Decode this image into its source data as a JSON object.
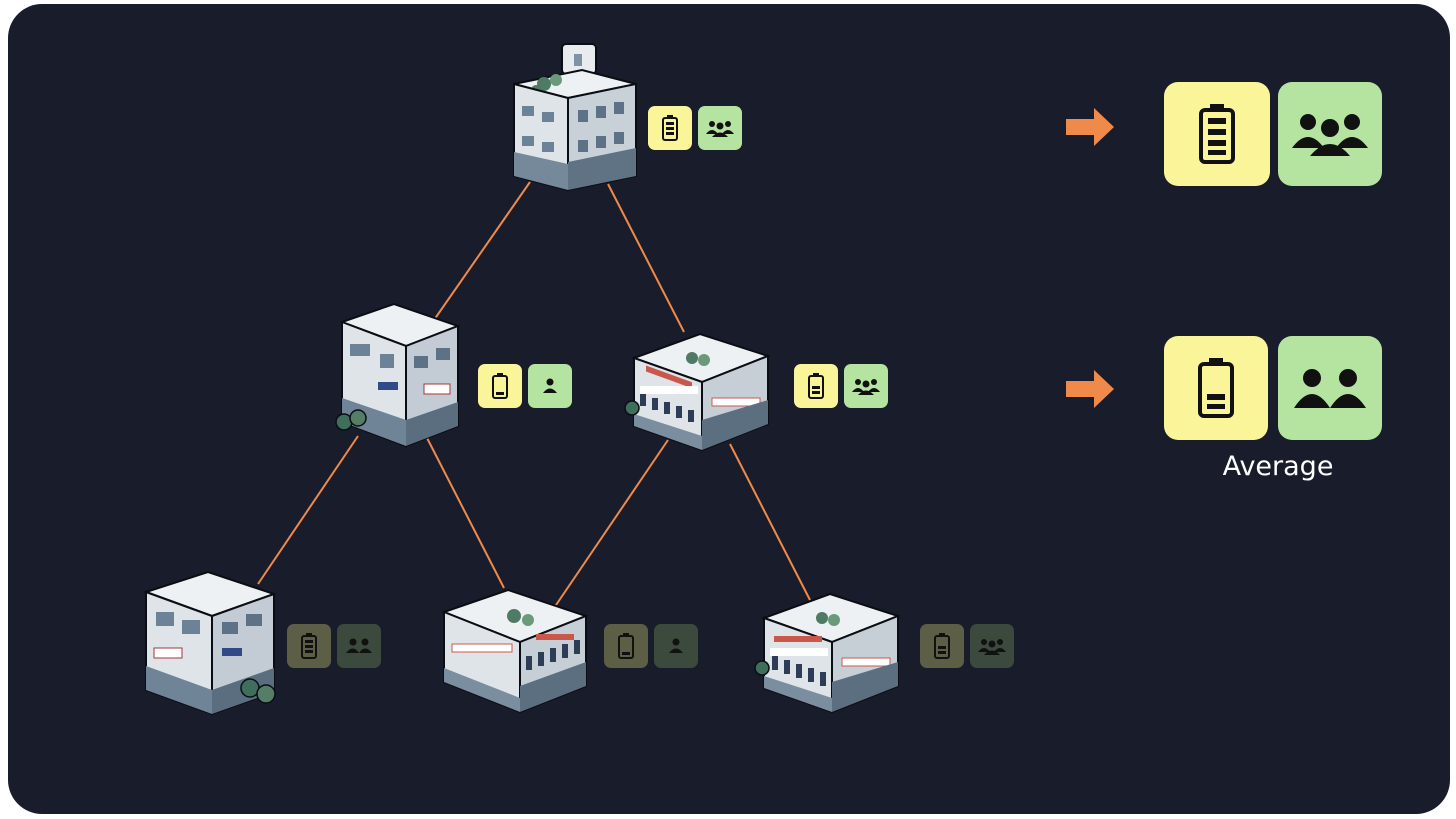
{
  "colors": {
    "background": "#191d2b",
    "edge": "#f08a4b",
    "arrow": "#f08a4b",
    "battery_badge": "#fbf59a",
    "people_badge": "#b5e3a0",
    "battery_badge_dim": "#5c5f45",
    "people_badge_dim": "#3b4a3c",
    "icon": "#111111"
  },
  "tree": {
    "root": {
      "building": "office-tower",
      "battery": "high",
      "people": "group",
      "dimmed": false
    },
    "level_1": [
      {
        "building": "office-block",
        "battery": "low",
        "people": "single",
        "dimmed": false
      },
      {
        "building": "shop-corner",
        "battery": "medium",
        "people": "group",
        "dimmed": false
      }
    ],
    "level_2": [
      {
        "building": "office-block",
        "battery": "high",
        "people": "pair",
        "dimmed": true
      },
      {
        "building": "shop-corner",
        "battery": "low",
        "people": "single",
        "dimmed": true
      },
      {
        "building": "shop-corner",
        "battery": "medium",
        "people": "group",
        "dimmed": true
      }
    ]
  },
  "results": [
    {
      "battery": "high",
      "people": "group"
    },
    {
      "battery": "medium",
      "people": "pair",
      "label": "Average"
    }
  ]
}
